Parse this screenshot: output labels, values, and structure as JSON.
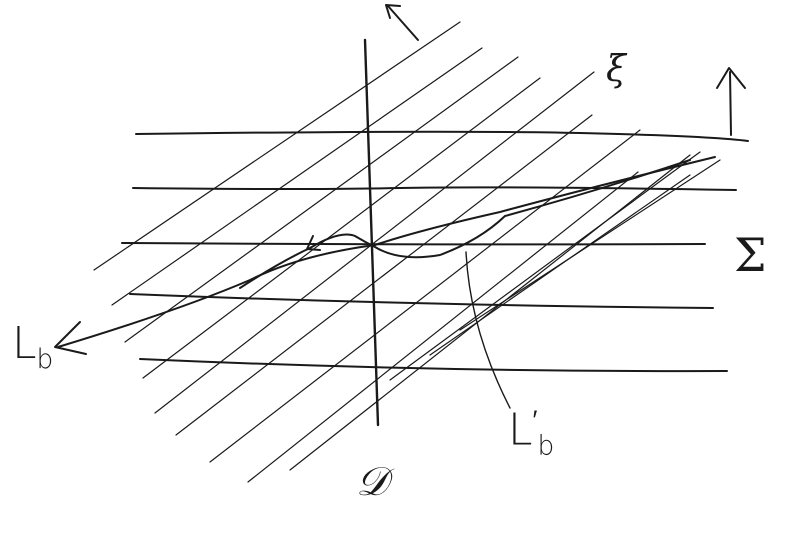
{
  "diagram": {
    "kind": "hand-drawn sketch",
    "labels": {
      "xi": "ξ",
      "sigma": "Σ",
      "lb_main": "L",
      "lb_sub": "b",
      "lbp_main": "L",
      "lbp_sup": "′",
      "lbp_sub": "b",
      "script_d": "𝒟"
    },
    "elements": [
      {
        "name": "horizontal-leaves",
        "label": "Σ",
        "count": 5,
        "description": "horizontal lines"
      },
      {
        "name": "diagonal-leaves",
        "label": "ξ",
        "count": 12,
        "description": "parallel diagonal lines"
      },
      {
        "name": "vertical-line",
        "label": "𝒟",
        "description": "vertical line through center"
      },
      {
        "name": "curve-Lb",
        "label": "L_b",
        "description": "curve with arrow to lower-left"
      },
      {
        "name": "curve-Lb-prime",
        "label": "L'_b",
        "description": "curve through center with leader line"
      },
      {
        "name": "arrow-up",
        "description": "upward arrow at right"
      },
      {
        "name": "arrow-up-left",
        "description": "up-left arrow at top"
      }
    ],
    "colors": {
      "ink": "#1a1a1a",
      "paper": "#ffffff"
    }
  }
}
